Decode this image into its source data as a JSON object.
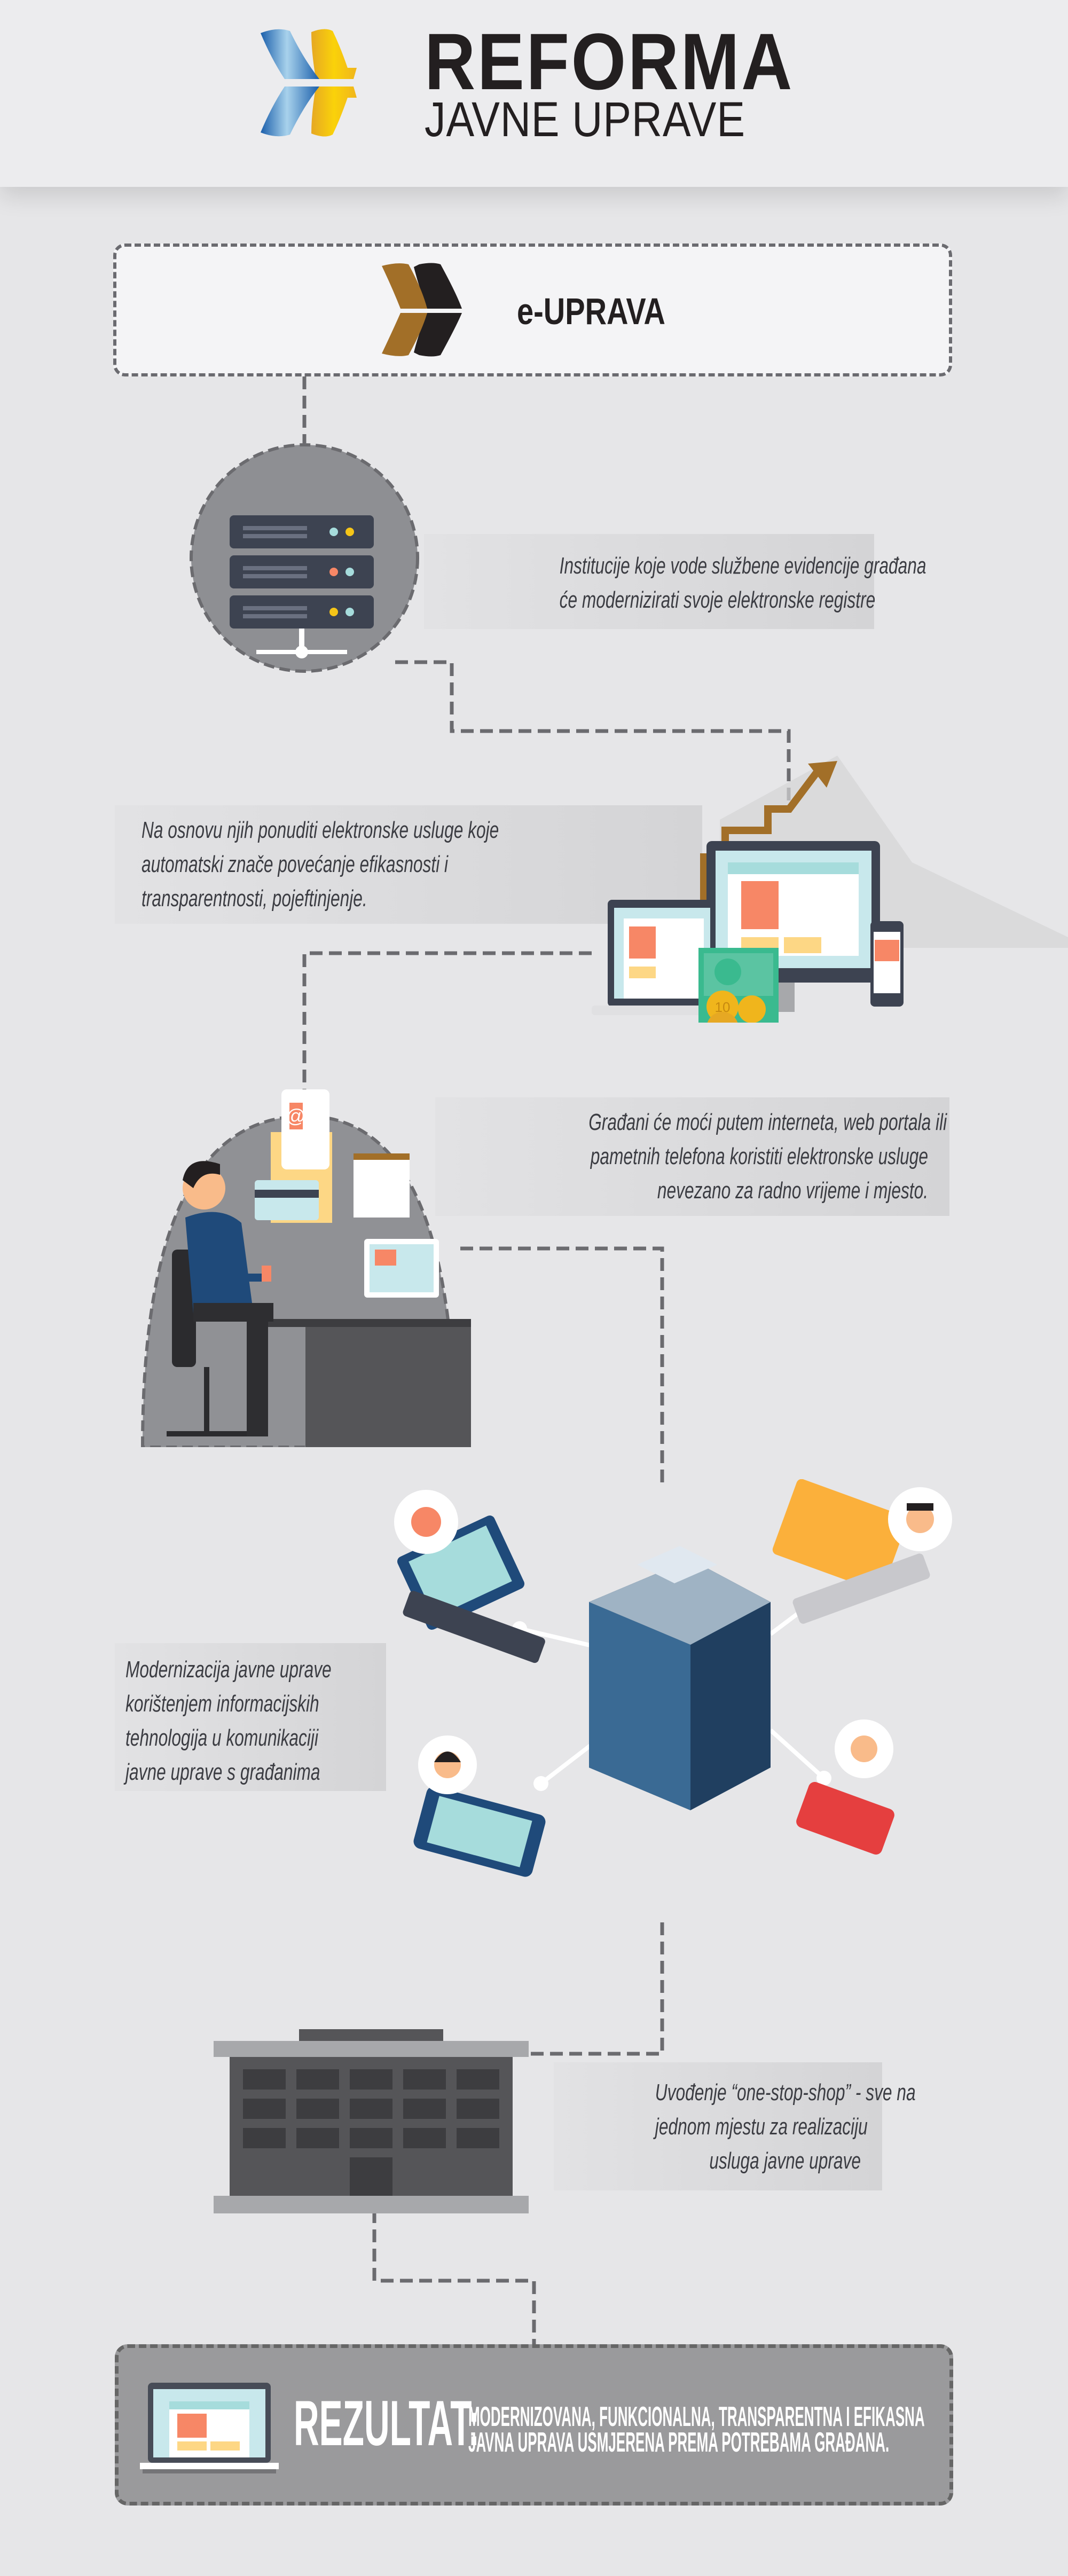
{
  "header": {
    "title": "REFORMA",
    "subtitle": "JAVNE UPRAVE"
  },
  "eupr": {
    "label": "e-UPRAVA"
  },
  "steps": [
    {
      "lines": [
        "Institucije koje vode službene evidencije građana",
        "će modernizirati svoje elektronske registre"
      ]
    },
    {
      "lines": [
        "Na osnovu njih ponuditi elektronske usluge koje",
        "automatski znače povećanje efikasnosti i",
        "transparentnosti, pojeftinjenje."
      ]
    },
    {
      "lines": [
        "Građani će moći putem interneta, web portala ili",
        "pametnih telefona koristiti elektronske usluge",
        "nevezano za radno vrijeme i mjesto."
      ]
    },
    {
      "lines": [
        "Modernizacija javne uprave",
        "korištenjem  informacijskih",
        "tehnologija u komunikaciji",
        "javne uprave s građanima"
      ]
    },
    {
      "lines": [
        "Uvođenje “one-stop-shop” - sve na",
        "jednom mjestu za  realizaciju",
        "usluga javne uprave"
      ]
    }
  ],
  "result": {
    "label": "REZULTAT:",
    "lines": [
      "MODERNIZOVANA, FUNKCIONALNA, TRANSPARENTNA I EFIKASNA",
      "JAVNA UPRAVA USMJERENA PREMA POTREBAMA GRAĐANA."
    ]
  },
  "illustrations": {
    "coin_value": "10",
    "email_symbol": "@"
  },
  "colors": {
    "blue": "#1d63ad",
    "yellow": "#f5c518",
    "brown": "#a26f28",
    "dark": "#231f20",
    "coral": "#f78766",
    "teal": "#a6dcdc"
  }
}
